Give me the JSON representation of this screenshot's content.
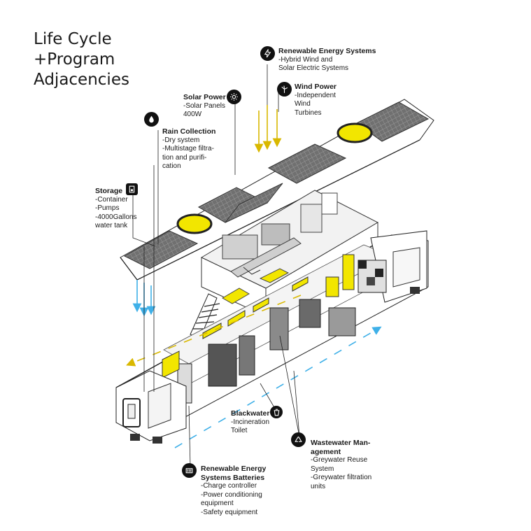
{
  "title_lines": [
    "Life Cycle",
    "+Program",
    "Adjacencies"
  ],
  "annotations": {
    "renewable": {
      "head": "Renewable Energy Systems",
      "lines": [
        "-Hybrid Wind and",
        "Solar Electric Systems"
      ],
      "icon": "lightning-icon"
    },
    "wind": {
      "head": "Wind Power",
      "lines": [
        "-Independent",
        "Wind",
        "Turbines"
      ],
      "icon": "wind-turbine-icon"
    },
    "solar": {
      "head": "Solar Power",
      "lines": [
        "-Solar Panels",
        "400W"
      ],
      "icon": "sun-icon"
    },
    "rain": {
      "head": "Rain Collection",
      "lines": [
        "-Dry system",
        "-Multistage filtra-",
        "tion and purifi-",
        "cation"
      ],
      "icon": "water-drop-icon"
    },
    "storage": {
      "head": "Storage",
      "lines": [
        "-Container",
        "-Pumps",
        "-4000Gallons",
        "water tank"
      ],
      "icon": "tank-icon"
    },
    "blackwater": {
      "head": "Blackwater",
      "lines": [
        "-Incineration",
        "Toilet"
      ],
      "icon": "trash-bin-icon"
    },
    "wastewater": {
      "head_lines": [
        "Wastewater Man-",
        "agement"
      ],
      "lines": [
        "-Greywater Reuse",
        "System",
        "-Greywater filtration",
        "units"
      ],
      "icon": "recycle-icon"
    },
    "batteries": {
      "head_lines": [
        "Renewable Energy",
        "Systems Batteries"
      ],
      "lines": [
        "-Charge controller",
        "-Power conditioning",
        "equipment",
        "-Safety equipment"
      ],
      "icon": "battery-icon"
    }
  },
  "colors": {
    "accent_yellow": "#f2e600",
    "arrow_yellow": "#d9b800",
    "arrow_blue": "#3fb0e8",
    "panel_grey": "#6e6e6e",
    "ink": "#111111"
  }
}
